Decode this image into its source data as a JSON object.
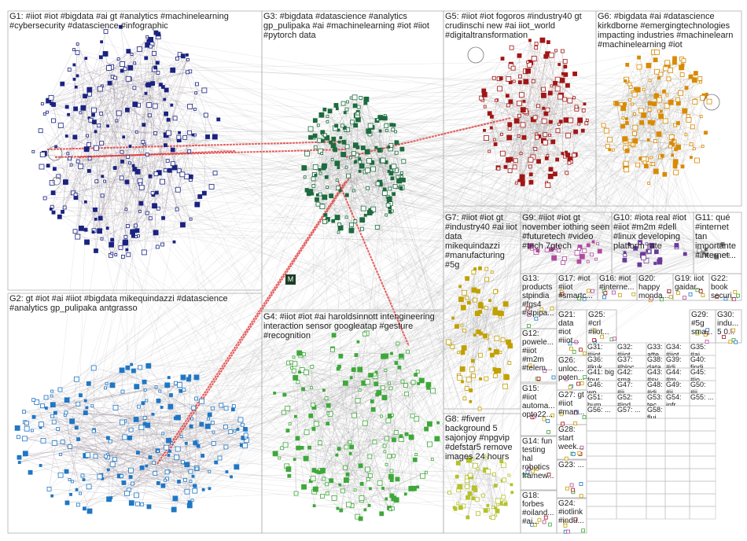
{
  "title": "NodeXL network graph of #iiot groups",
  "groups": [
    {
      "id": "G1",
      "label": "G1: #iiot #iot #bigdata #ai gt #analytics #machinelearning #cybersecurity #datascience #infographic",
      "color": "#1a2380"
    },
    {
      "id": "G2",
      "label": "G2: gt #iot #ai #iiot #bigdata mikequindazzi #datascience #analytics gp_pulipaka antgrasso",
      "color": "#1f77c4"
    },
    {
      "id": "G3",
      "label": "G3: #bigdata #datascience #analytics gp_pulipaka #ai #machinelearning #iot #iiot #pytorch data",
      "color": "#1d6b3e"
    },
    {
      "id": "G4",
      "label": "G4: #iiot #iot #ai haroldsinnott intengineering interaction sensor googleatap #gesture #recognition",
      "color": "#3ea83a"
    },
    {
      "id": "G5",
      "label": "G5: #iiot #iot fogoros #industry40 gt crudinschi new #ai iiot_world #digitaltransformation",
      "color": "#a01616"
    },
    {
      "id": "G6",
      "label": "G6: #bigdata #ai #datascience kirkdborne #emergingtechnologies impacting industries #machinelearn #machinelearning #iot",
      "color": "#d98a00"
    },
    {
      "id": "G7",
      "label": "G7: #iiot #iot gt #industry40 #ai iiot data mikequindazzi #manufacturing #5g",
      "color": "#c2a000"
    },
    {
      "id": "G8",
      "label": "G8: #fiverr background 5 sajonjoy #npgvip #defstar5 remove images 24 hours",
      "color": "#b5c22a"
    },
    {
      "id": "G9",
      "label": "G9: #iiot #iot gt november iothing seen #futuretech #video #tech 7gtech",
      "color": "#b04aa0"
    },
    {
      "id": "G10",
      "label": "G10: #iota real #iot #iiot #m2m #dell #linux developing platform rate",
      "color": "#6a3a9a"
    },
    {
      "id": "G11",
      "label": "G11: qué #internet tan importante #internet...",
      "color": "#777777"
    },
    {
      "id": "G12",
      "label": "G12: powele... #iiot #m2m #telem...",
      "color": "#888888"
    },
    {
      "id": "G13",
      "label": "G13: products stpindia #fgs4 #stpipa...",
      "color": "#888888"
    },
    {
      "id": "G14",
      "label": "G14: fun testing hal robotics framew...",
      "color": "#888888"
    },
    {
      "id": "G15",
      "label": "G15: #iiot automa... opto22...",
      "color": "#888888"
    },
    {
      "id": "G16",
      "label": "G16: #iot #interne...",
      "color": "#888888"
    },
    {
      "id": "G17",
      "label": "G17: #iot #iiot #smartc...",
      "color": "#888888"
    },
    {
      "id": "G18",
      "label": "G18: forbes #oiland... #ai...",
      "color": "#888888"
    },
    {
      "id": "G19",
      "label": "G19: iiot gaidar...",
      "color": "#888888"
    },
    {
      "id": "G20",
      "label": "G20: happy monda...",
      "color": "#888888"
    },
    {
      "id": "G21",
      "label": "G21: data #iot #iiot...",
      "color": "#888888"
    },
    {
      "id": "G22",
      "label": "G22: book securi...",
      "color": "#888888"
    },
    {
      "id": "G23",
      "label": "G23: ...",
      "color": "#888888"
    },
    {
      "id": "G24",
      "label": "G24: #iotlink #indu...",
      "color": "#888888"
    },
    {
      "id": "G25",
      "label": "G25: #crl #iiot...",
      "color": "#888888"
    },
    {
      "id": "G26",
      "label": "G26: unloc... poten...",
      "color": "#888888"
    },
    {
      "id": "G27",
      "label": "G27: gt #iiot #man...",
      "color": "#888888"
    },
    {
      "id": "G28",
      "label": "G28: start week...",
      "color": "#888888"
    },
    {
      "id": "G29",
      "label": "G29: #5g sma...",
      "color": "#888888"
    },
    {
      "id": "G30",
      "label": "G30: indu... 5 0...",
      "color": "#888888"
    }
  ],
  "small_labels": [
    "G31: #iiot ...",
    "G32: #iiot mor...",
    "G33: atte... euw...",
    "G34: #iiot...",
    "G35: #ai #art...",
    "G36: #kuk...",
    "G37: #bloc...",
    "G38: data...",
    "G39: ...",
    "G40: findi...",
    "G41: big four...",
    "G42: sma...",
    "G43: #sy...",
    "G44: ...",
    "G45: ...",
    "G46: ...",
    "G47: ...",
    "G48: ...",
    "G49: ...",
    "G50: ...",
    "G51: hum...",
    "G52: ...",
    "G53: ...",
    "G54: infr...",
    "G55: ...",
    "G56: ...",
    "G57: ...",
    "G58: flui..."
  ],
  "small_visible": [
    "G31: #iiot mor...",
    "G32: #iiot mor...",
    "G33: atte... euw...",
    "G34: #iiot...",
    "G35: #ai #art...",
    "G36: #kuk...",
    "G37: #bloc...",
    "G38: data...",
    "G39: #di...",
    "G40: findi...",
    "G41: big four...",
    "G42: sma...",
    "G43: #sy...",
    "G44: #m...",
    "G45: #io...",
    "G46: wo...",
    "G47: #ii...",
    "G48: #di...",
    "G49: #ii...",
    "G50: #ii...",
    "G51: hum...",
    "G52: #ind...",
    "G53: tec...",
    "G54: infr...",
    "G55: ...",
    "G56: ...",
    "G57: ...",
    "G58: flui..."
  ]
}
